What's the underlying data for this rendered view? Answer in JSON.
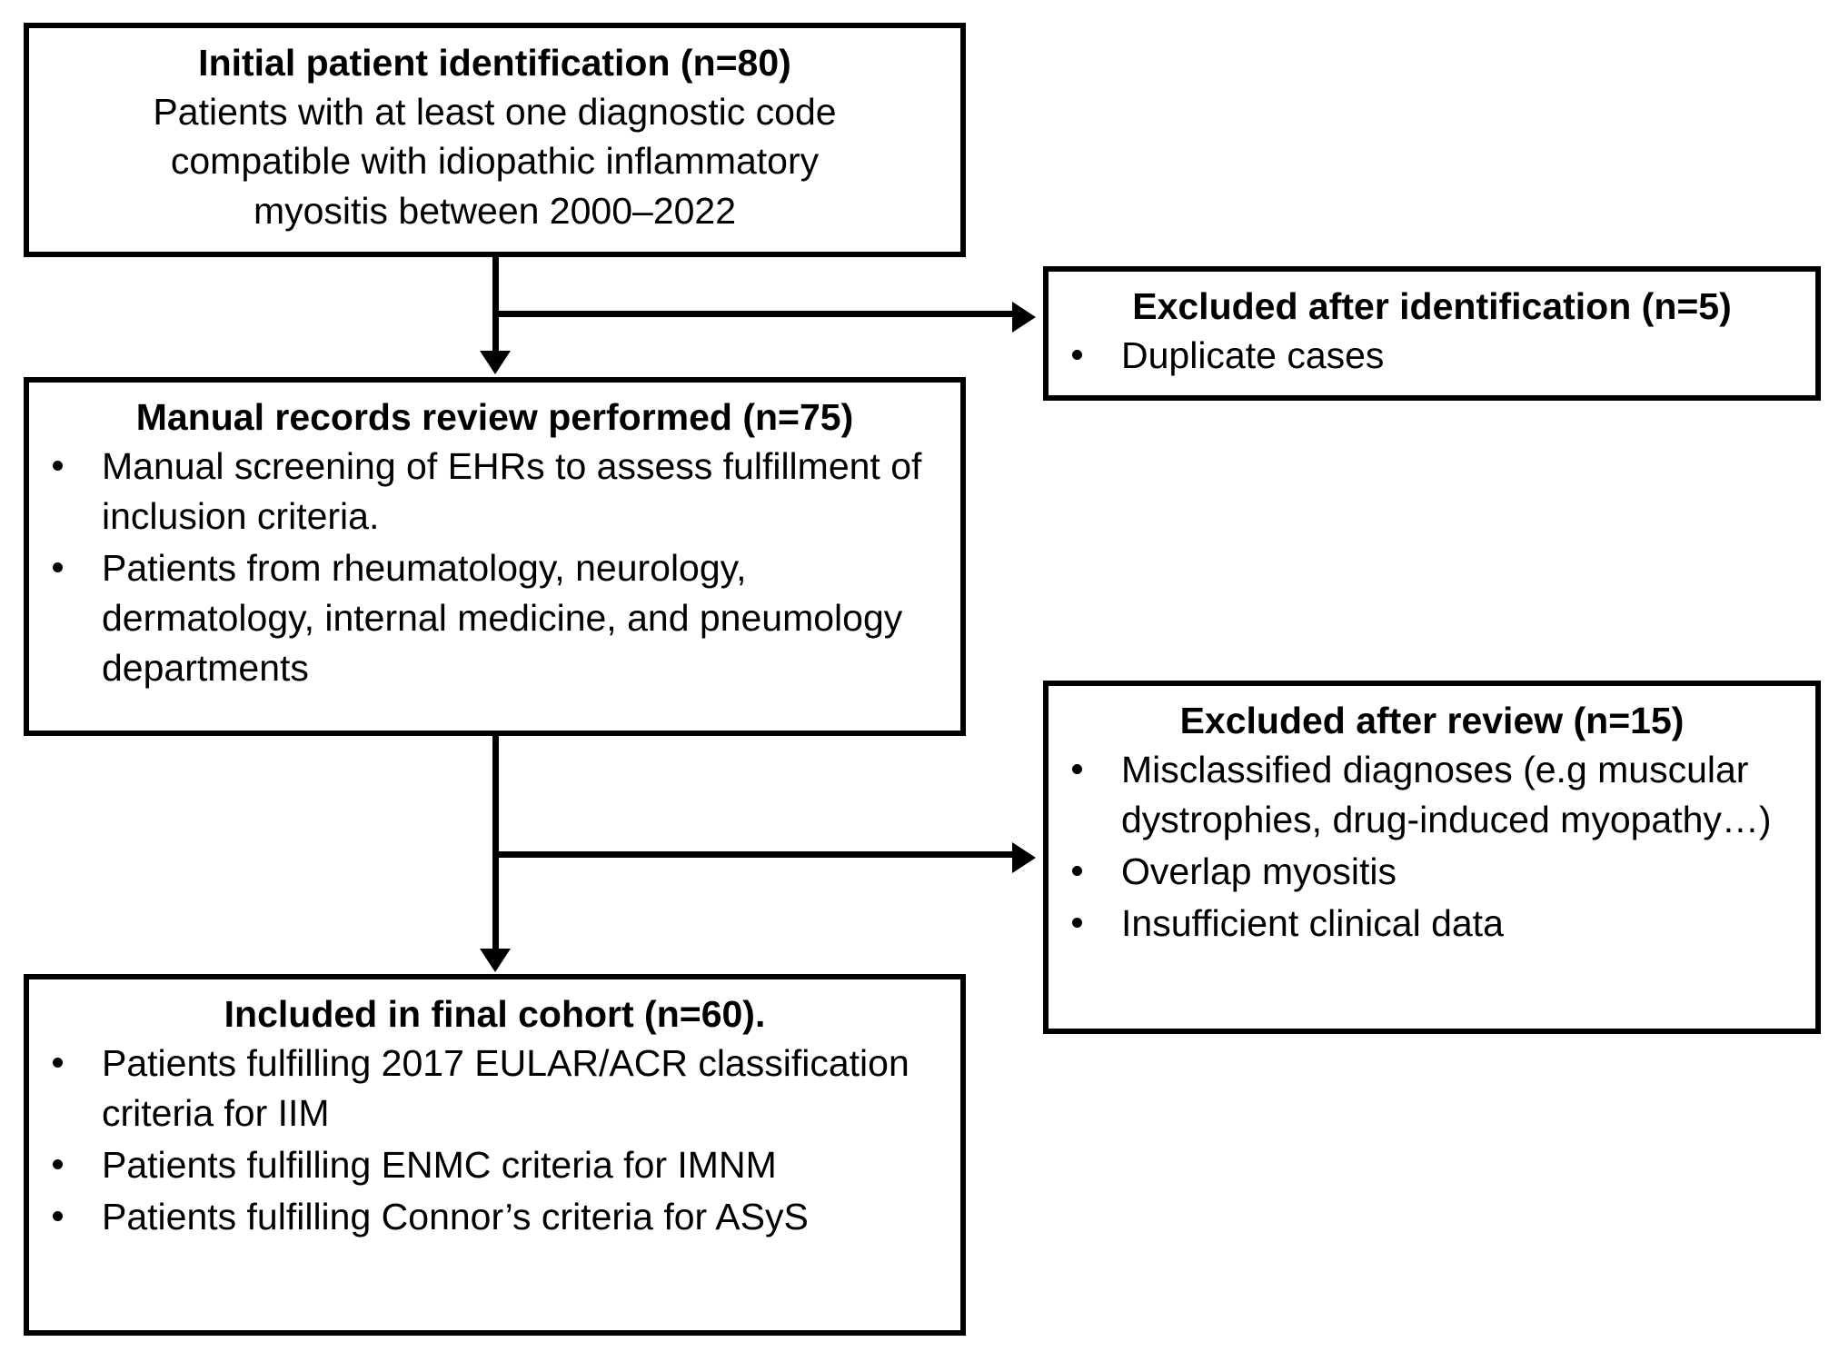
{
  "figure": {
    "type": "flowchart",
    "orientation": "top-to-bottom with right-side exclusion branches",
    "background_color": "#ffffff",
    "line_color": "#000000"
  },
  "nodes": {
    "initial": {
      "title": "Initial patient identification (n=80)",
      "lines": [
        "Patients with at least one diagnostic code",
        "compatible with idiopathic inflammatory",
        "myositis between 2000–2022"
      ]
    },
    "excluded_identification": {
      "title": "Excluded after identification (n=5)",
      "bullets": [
        "Duplicate cases"
      ]
    },
    "review": {
      "title": "Manual records review performed (n=75)",
      "bullets": [
        "Manual screening of EHRs to assess fulfillment of inclusion criteria.",
        "Patients from rheumatology, neurology, dermatology, internal medicine, and pneumology departments"
      ]
    },
    "excluded_review": {
      "title": "Excluded after review (n=15)",
      "bullets": [
        "Misclassified diagnoses (e.g muscular dystrophies, drug-induced myopathy…)",
        "Overlap myositis",
        "Insufficient clinical data"
      ]
    },
    "included": {
      "title": "Included in final cohort (n=60).",
      "bullets": [
        "Patients fulfilling 2017 EULAR/ACR classification criteria for IIM",
        "Patients fulfilling ENMC criteria for IMNM",
        "Patients fulfilling Connor’s criteria for ASyS"
      ]
    }
  },
  "counts": {
    "initial_n": 80,
    "excluded_after_identification_n": 5,
    "review_n": 75,
    "excluded_after_review_n": 15,
    "included_n": 60
  },
  "edges": [
    {
      "from": "initial",
      "to": "review",
      "kind": "arrow-down"
    },
    {
      "from": "initial",
      "to": "excluded_identification",
      "kind": "arrow-right"
    },
    {
      "from": "review",
      "to": "included",
      "kind": "arrow-down"
    },
    {
      "from": "review",
      "to": "excluded_review",
      "kind": "arrow-right"
    }
  ]
}
